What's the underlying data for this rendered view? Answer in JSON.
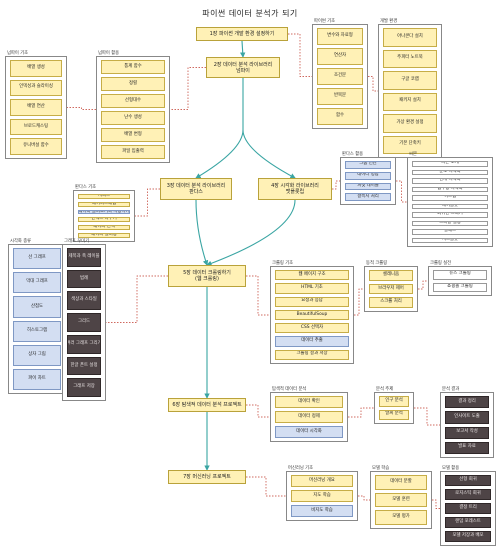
{
  "title": "파이썬 데이터 분석가 되기",
  "chapters": [
    {
      "id": "ch1",
      "label": "1장 파이썬 개발 환경 설정하기"
    },
    {
      "id": "ch2",
      "label": "2장 데이터 분석 라이브러리\n넘파이"
    },
    {
      "id": "ch3",
      "label": "3장 데이터 분석 라이브러리\n판다스"
    },
    {
      "id": "ch4",
      "label": "4장 시각화 라이브러리\n맷플롯립"
    },
    {
      "id": "ch5",
      "label": "5장 데이터 크롤링하기\n(웹 크롤링)"
    },
    {
      "id": "ch6",
      "label": "6장 탐색적 데이터 분석 프로젝트"
    },
    {
      "id": "ch7",
      "label": "7장 머신러닝 프로젝트"
    }
  ],
  "groups": [
    {
      "id": "g_a",
      "caption": "파이썬 기초",
      "items": [
        {
          "label": "변수와 자료형",
          "style": "y"
        },
        {
          "label": "연산자",
          "style": "y"
        },
        {
          "label": "조건문",
          "style": "y"
        },
        {
          "label": "반복문",
          "style": "y"
        },
        {
          "label": "함수",
          "style": "y"
        }
      ]
    },
    {
      "id": "g_b",
      "caption": "개발 환경",
      "items": [
        {
          "label": "아나콘다 설치",
          "style": "y"
        },
        {
          "label": "주피터 노트북",
          "style": "y"
        },
        {
          "label": "구글 코랩",
          "style": "y"
        },
        {
          "label": "패키지 설치",
          "style": "y"
        },
        {
          "label": "가상 환경 설정",
          "style": "y"
        },
        {
          "label": "기본 단축키",
          "style": "y"
        }
      ]
    },
    {
      "id": "g_c",
      "caption": "넘파이 기초",
      "items": [
        {
          "label": "배열 생성",
          "style": "y"
        },
        {
          "label": "인덱싱과 슬라이싱",
          "style": "y"
        },
        {
          "label": "배열 연산",
          "style": "y"
        },
        {
          "label": "브로드캐스팅",
          "style": "y"
        },
        {
          "label": "유니버설 함수",
          "style": "y"
        }
      ]
    },
    {
      "id": "g_d",
      "caption": "넘파이 활용",
      "items": [
        {
          "label": "통계 함수",
          "style": "y"
        },
        {
          "label": "정렬",
          "style": "y"
        },
        {
          "label": "선형대수",
          "style": "y"
        },
        {
          "label": "난수 생성",
          "style": "y"
        },
        {
          "label": "배열 변형",
          "style": "y"
        },
        {
          "label": "파일 입출력",
          "style": "y"
        }
      ]
    },
    {
      "id": "g_e",
      "caption": "판다스 기초",
      "items": [
        {
          "label": "시리즈",
          "style": "y"
        },
        {
          "label": "데이터프레임",
          "style": "y"
        },
        {
          "label": "데이터 불러오기와 저장하기",
          "style": "b"
        },
        {
          "label": "인덱스 다루기",
          "style": "y"
        },
        {
          "label": "데이터 선택",
          "style": "y"
        },
        {
          "label": "데이터 필터링",
          "style": "y"
        }
      ]
    },
    {
      "id": "g_f",
      "caption": "판다스 활용",
      "items": [
        {
          "label": "그룹 연산",
          "style": "b"
        },
        {
          "label": "데이터 병합",
          "style": "b"
        },
        {
          "label": "피벗 테이블",
          "style": "b"
        },
        {
          "label": "결측치 처리",
          "style": "b"
        }
      ]
    },
    {
      "id": "g_g",
      "caption": "시각화 종류",
      "items": [
        {
          "label": "선 그래프",
          "style": "b"
        },
        {
          "label": "막대 그래프",
          "style": "b"
        },
        {
          "label": "산점도",
          "style": "b"
        },
        {
          "label": "히스토그램",
          "style": "b"
        },
        {
          "label": "상자 그림",
          "style": "b"
        },
        {
          "label": "파이 차트",
          "style": "b"
        }
      ]
    },
    {
      "id": "g_h",
      "caption": "그래프 꾸미기",
      "items": [
        {
          "label": "제목과 축 레이블",
          "style": "k"
        },
        {
          "label": "범례",
          "style": "k"
        },
        {
          "label": "색상과 스타일",
          "style": "k"
        },
        {
          "label": "그리드",
          "style": "k"
        },
        {
          "label": "여러 그래프 그리기",
          "style": "k"
        },
        {
          "label": "한글 폰트 설정",
          "style": "k"
        },
        {
          "label": "그래프 저장",
          "style": "k"
        }
      ]
    },
    {
      "id": "g_i",
      "caption": "씨본",
      "items": [
        {
          "label": "씨본 소개",
          "style": "w"
        },
        {
          "label": "분포 시각화",
          "style": "w"
        },
        {
          "label": "관계 시각화",
          "style": "w"
        },
        {
          "label": "범주형 시각화",
          "style": "w"
        },
        {
          "label": "히트맵",
          "style": "w"
        },
        {
          "label": "페어플롯",
          "style": "w"
        },
        {
          "label": "회귀선 그리기",
          "style": "w"
        },
        {
          "label": "스타일 설정",
          "style": "w"
        },
        {
          "label": "팔레트",
          "style": "w"
        },
        {
          "label": "서브플롯",
          "style": "w"
        }
      ]
    },
    {
      "id": "g_j",
      "caption": "크롤링 기초",
      "items": [
        {
          "label": "웹 페이지 구조",
          "style": "y"
        },
        {
          "label": "HTML 기초",
          "style": "y"
        },
        {
          "label": "요청과 응답",
          "style": "y"
        },
        {
          "label": "BeautifulSoup",
          "style": "y"
        },
        {
          "label": "CSS 선택자",
          "style": "y"
        },
        {
          "label": "데이터 추출",
          "style": "b"
        },
        {
          "label": "크롤링 결과 저장",
          "style": "y"
        }
      ]
    },
    {
      "id": "g_k",
      "caption": "동적 크롤링",
      "items": [
        {
          "label": "셀레니움",
          "style": "y"
        },
        {
          "label": "브라우저 제어",
          "style": "y"
        },
        {
          "label": "스크롤 처리",
          "style": "y"
        }
      ]
    },
    {
      "id": "g_l",
      "caption": "크롤링 실전",
      "items": [
        {
          "label": "뉴스 크롤링",
          "style": "w"
        },
        {
          "label": "쇼핑몰 크롤링",
          "style": "w"
        }
      ]
    },
    {
      "id": "g_m",
      "caption": "탐색적 데이터 분석",
      "items": [
        {
          "label": "데이터 확인",
          "style": "y"
        },
        {
          "label": "데이터 정제",
          "style": "y"
        },
        {
          "label": "데이터 시각화",
          "style": "b"
        }
      ]
    },
    {
      "id": "g_n",
      "caption": "분석 주제",
      "items": [
        {
          "label": "인구 분석",
          "style": "y"
        },
        {
          "label": "날씨 분석",
          "style": "y"
        }
      ]
    },
    {
      "id": "g_o",
      "caption": "분석 결과",
      "items": [
        {
          "label": "결과 정리",
          "style": "k"
        },
        {
          "label": "인사이트 도출",
          "style": "k"
        },
        {
          "label": "보고서 작성",
          "style": "k"
        },
        {
          "label": "발표 자료",
          "style": "k"
        }
      ]
    },
    {
      "id": "g_p",
      "caption": "머신러닝 기초",
      "items": [
        {
          "label": "머신러닝 개요",
          "style": "y"
        },
        {
          "label": "지도 학습",
          "style": "y"
        },
        {
          "label": "비지도 학습",
          "style": "b"
        }
      ]
    },
    {
      "id": "g_q",
      "caption": "모델 학습",
      "items": [
        {
          "label": "데이터 분할",
          "style": "y"
        },
        {
          "label": "모델 훈련",
          "style": "y"
        },
        {
          "label": "모델 평가",
          "style": "y"
        }
      ]
    },
    {
      "id": "g_r",
      "caption": "모델 활용",
      "items": [
        {
          "label": "선형 회귀",
          "style": "k"
        },
        {
          "label": "로지스틱 회귀",
          "style": "k"
        },
        {
          "label": "결정 트리",
          "style": "k"
        },
        {
          "label": "랜덤 포레스트",
          "style": "k"
        },
        {
          "label": "모델 저장과 배포",
          "style": "k"
        }
      ]
    }
  ]
}
